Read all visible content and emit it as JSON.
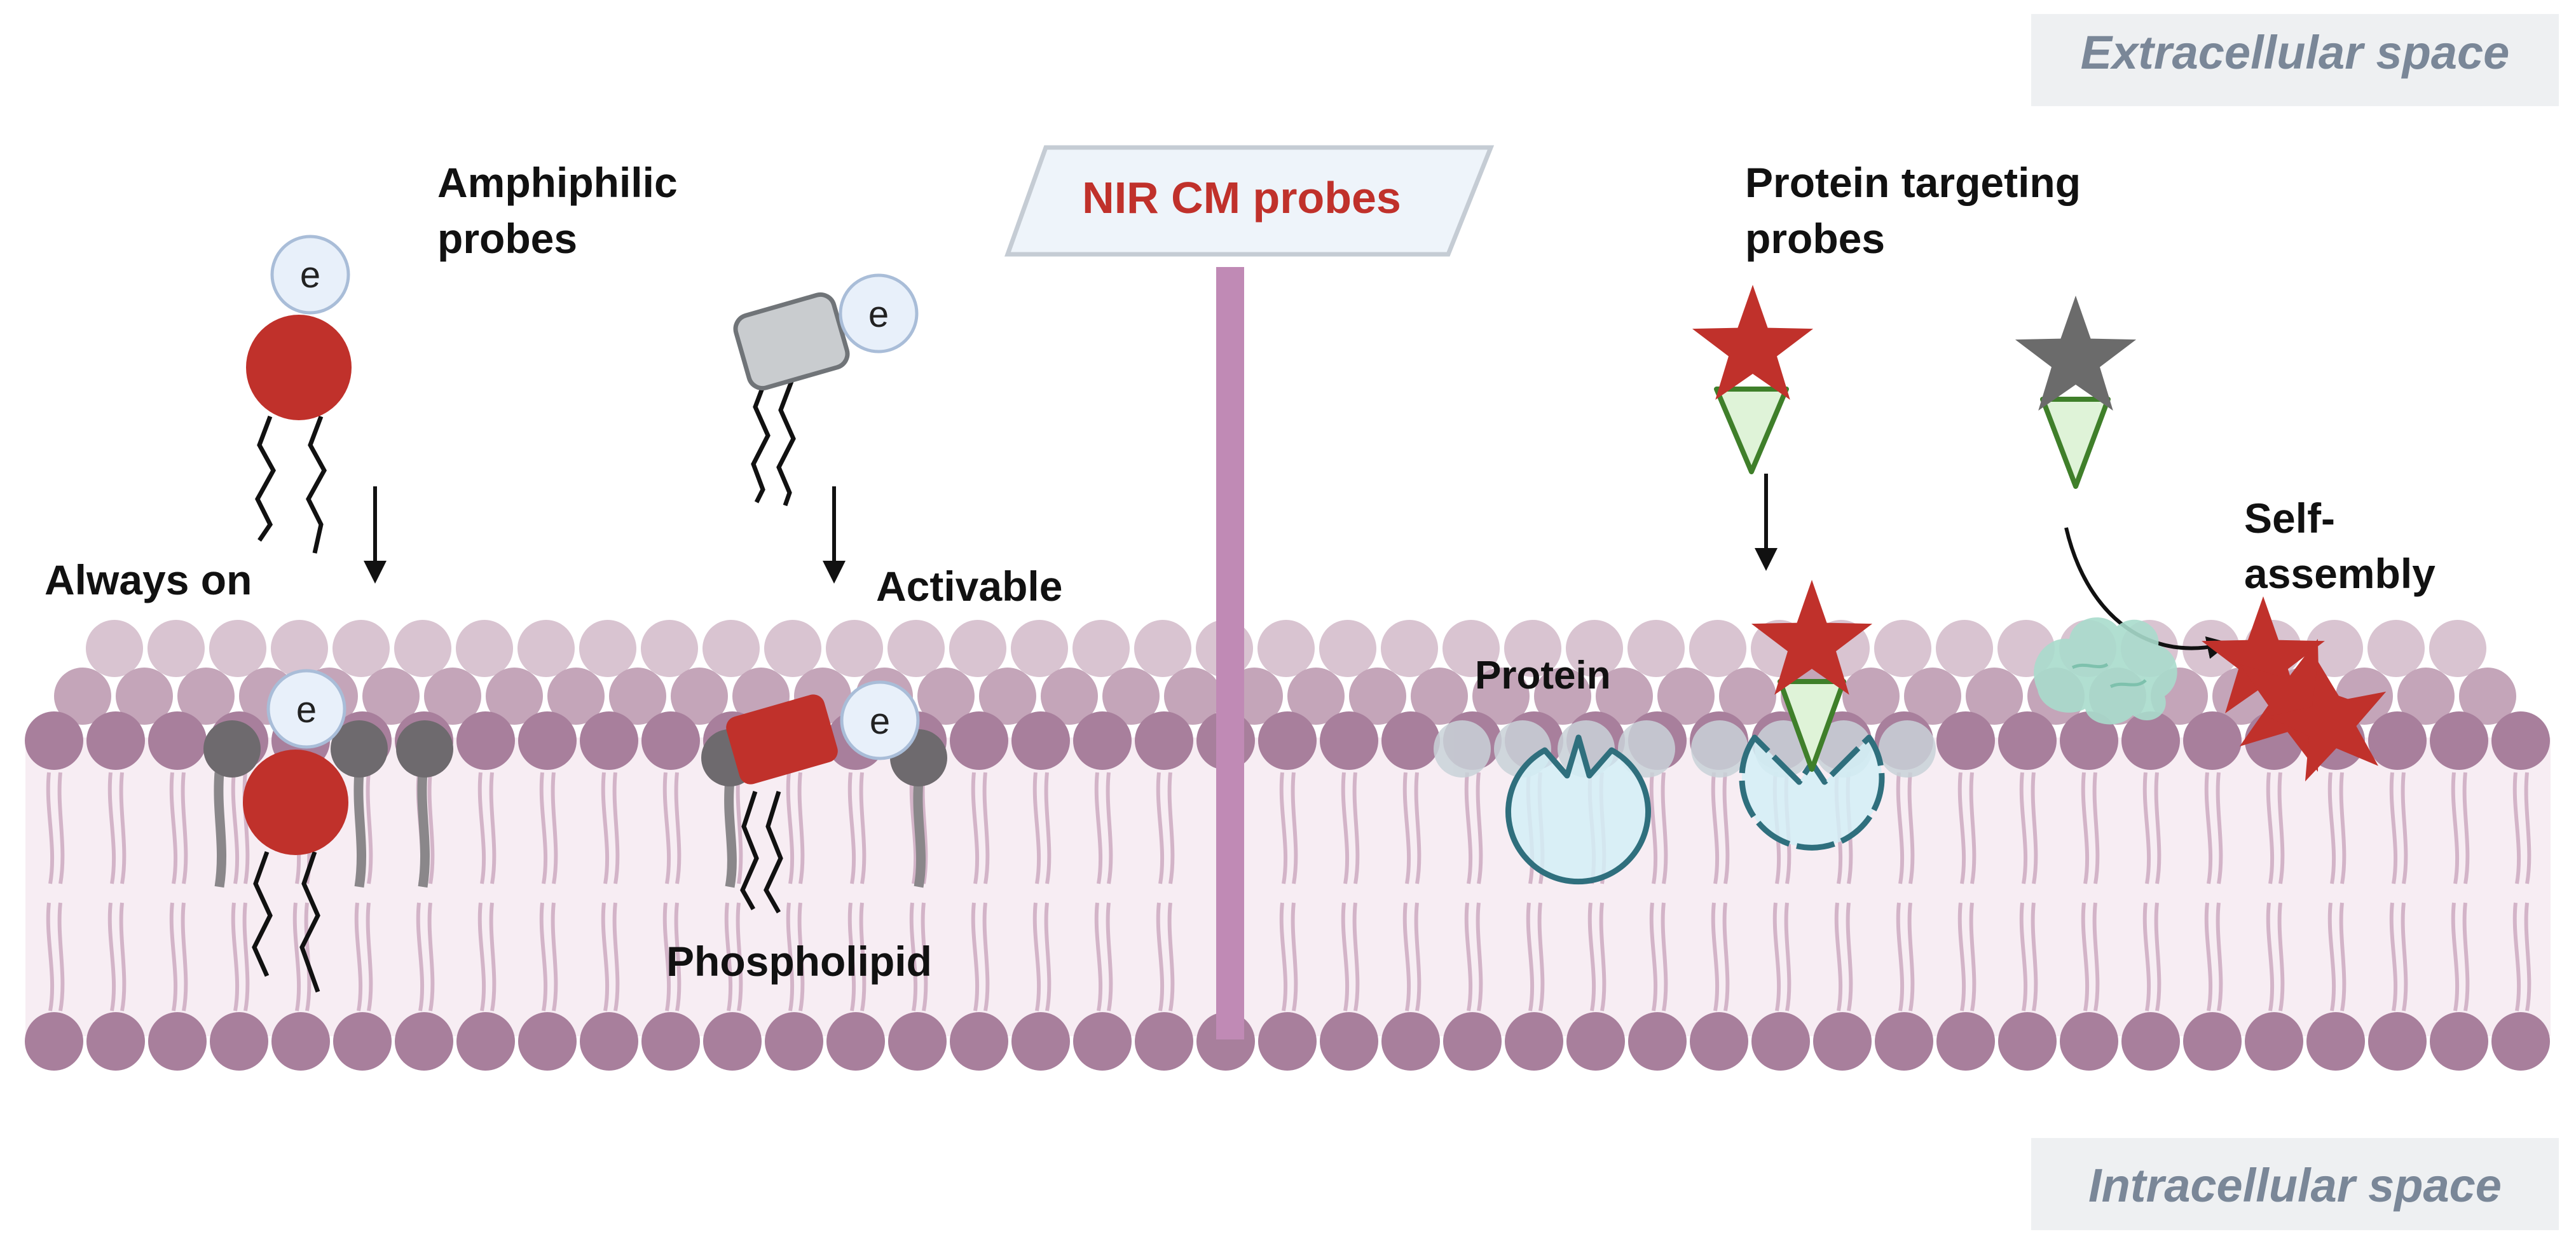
{
  "labels": {
    "extracellular": "Extracellular space",
    "intracellular": "Intracellular space",
    "nir_cm_probes": "NIR CM probes",
    "amphiphilic_line1": "Amphiphilic",
    "amphiphilic_line2": "probes",
    "always_on": "Always on",
    "activable": "Activable",
    "phospholipid": "Phospholipid",
    "protein_targeting_line1": "Protein targeting",
    "protein_targeting_line2": "probes",
    "protein": "Protein",
    "self_assembly_line1": "Self-",
    "self_assembly_line2": "assembly",
    "electron": "e"
  },
  "colors": {
    "probe_red": "#c0312b",
    "membrane_head": "#a87f9c",
    "membrane_head_light": "#d9c4d1",
    "membrane_core": "#f7edf3",
    "lipid_tail": "#d3b4c8",
    "pole": "#c08ab5",
    "lipid_gray": "#6e6a6e",
    "inactive_gray": "#c9cccf",
    "protein_teal": "#2f6f7d",
    "protein_fill": "#d4eef6",
    "aggregate_green": "#a8dccc",
    "triangle_green": "#3f7f2a",
    "triangle_fill": "#dff3d8",
    "label_box": "#eef0f2",
    "label_text": "#7a8798"
  },
  "icons": {
    "arrow": "arrow-down-icon",
    "electron": "electron-icon",
    "star": "star-icon"
  }
}
